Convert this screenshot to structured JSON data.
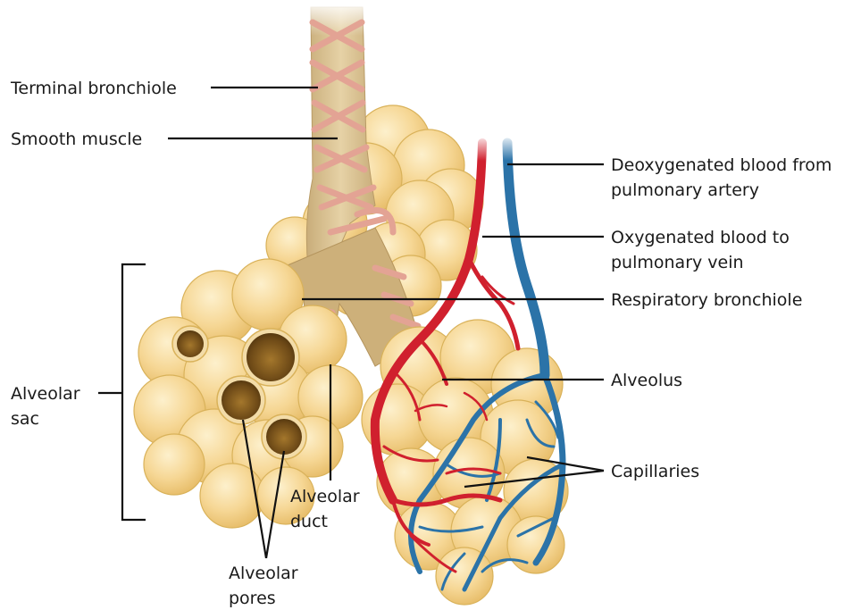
{
  "labels": {
    "terminal_bronchiole": "Terminal bronchiole",
    "smooth_muscle": "Smooth muscle",
    "deoxygenated_line1": "Deoxygenated blood from",
    "deoxygenated_line2": "pulmonary artery",
    "oxygenated_line1": "Oxygenated blood to",
    "oxygenated_line2": "pulmonary vein",
    "respiratory_bronchiole": "Respiratory bronchiole",
    "alveolus": "Alveolus",
    "capillaries": "Capillaries",
    "alveolar_sac_line1": "Alveolar",
    "alveolar_sac_line2": "sac",
    "alveolar_duct_line1": "Alveolar",
    "alveolar_duct_line2": "duct",
    "alveolar_pores_line1": "Alveolar",
    "alveolar_pores_line2": "pores"
  },
  "colors": {
    "alveolus_fill": "#f6d795",
    "alveolus_highlight": "#fbe6b8",
    "alveolus_shadow": "#e8be6a",
    "bronchiole": "#d8bd8d",
    "smooth_muscle": "#e3a394",
    "artery_red": "#d0202e",
    "vein_blue": "#2b73a8",
    "pore_brown": "#7a5520"
  }
}
